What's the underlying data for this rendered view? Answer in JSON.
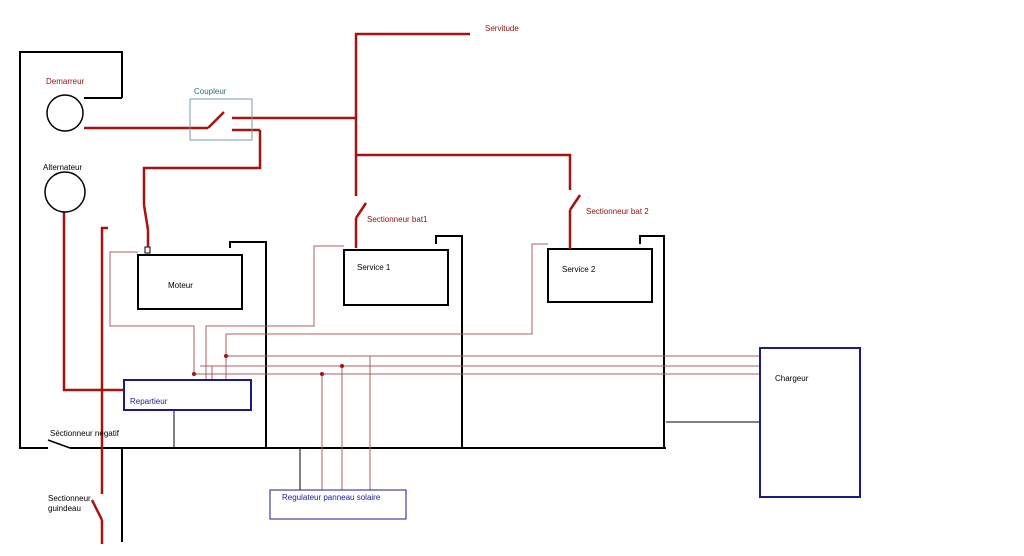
{
  "labels": {
    "demarreur": "Demarreur",
    "coupleur": "Coupleur",
    "servitude": "Servitude",
    "alternateur": "Alternateur",
    "sectionneur_bat1": "Sectionneur bat1",
    "sectionneur_bat2": "Sectionneur bat 2",
    "moteur": "Moteur",
    "service1": "Service 1",
    "service2": "Service 2",
    "repartieur": "Repartieur",
    "chargeur": "Chargeur",
    "sectionneur_negatif": "Séctionneur negatif",
    "sectionneur_guindeau_line1": "Sectionneur",
    "sectionneur_guindeau_line2": "guindeau",
    "regulateur": "Regulateur panneau solaire"
  },
  "colors": {
    "positive_wire": "#a51212",
    "negative_wire": "#000000",
    "device_box": "#1a1a8c",
    "coupleur_box": "#7a9ea8"
  }
}
